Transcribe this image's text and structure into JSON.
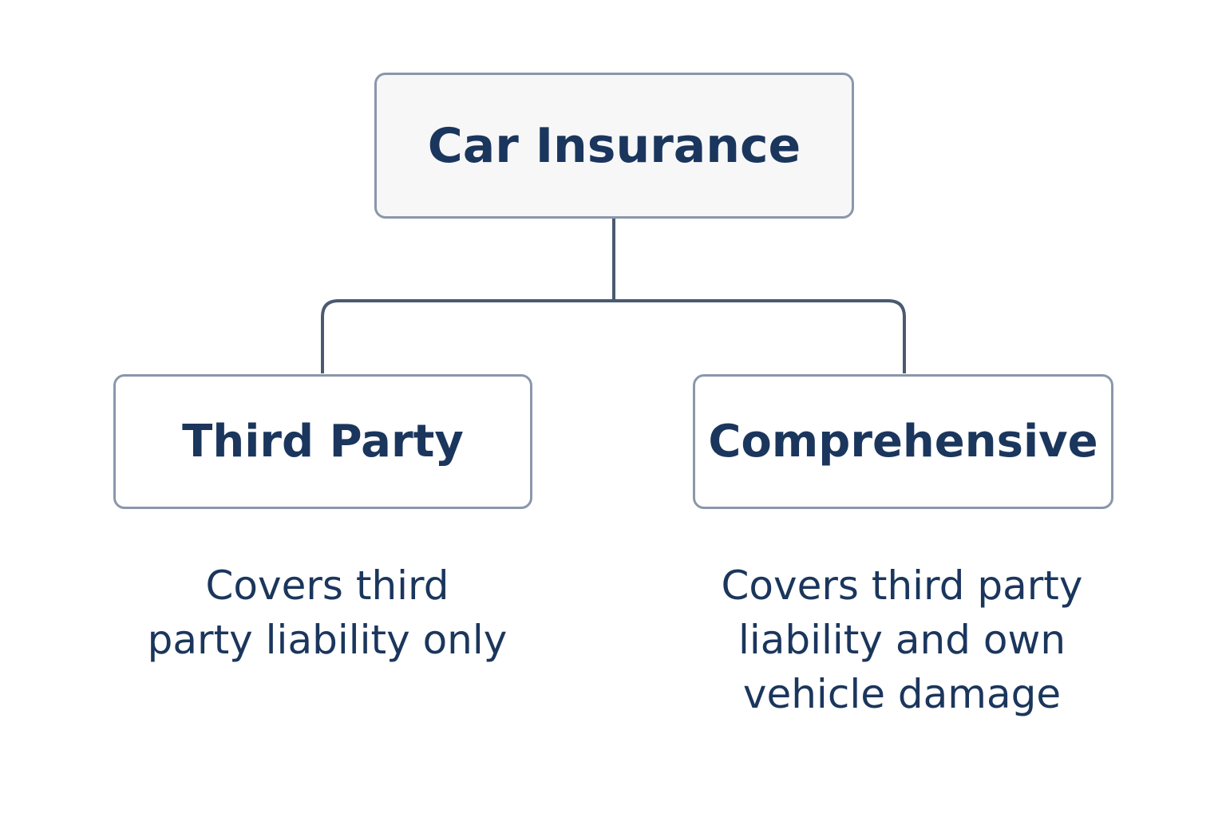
{
  "diagram": {
    "root": {
      "label": "Car Insurance"
    },
    "children": [
      {
        "label": "Third Party",
        "description_lines": [
          "Covers third",
          "party liability only"
        ]
      },
      {
        "label": "Comprehensive",
        "description_lines": [
          "Covers third party",
          "liability and own",
          "vehicle damage"
        ]
      }
    ]
  },
  "colors": {
    "text": "#1b365d",
    "box_border": "#8a97ab",
    "connector": "#4a5a70",
    "root_fill": "#f7f7f8"
  }
}
